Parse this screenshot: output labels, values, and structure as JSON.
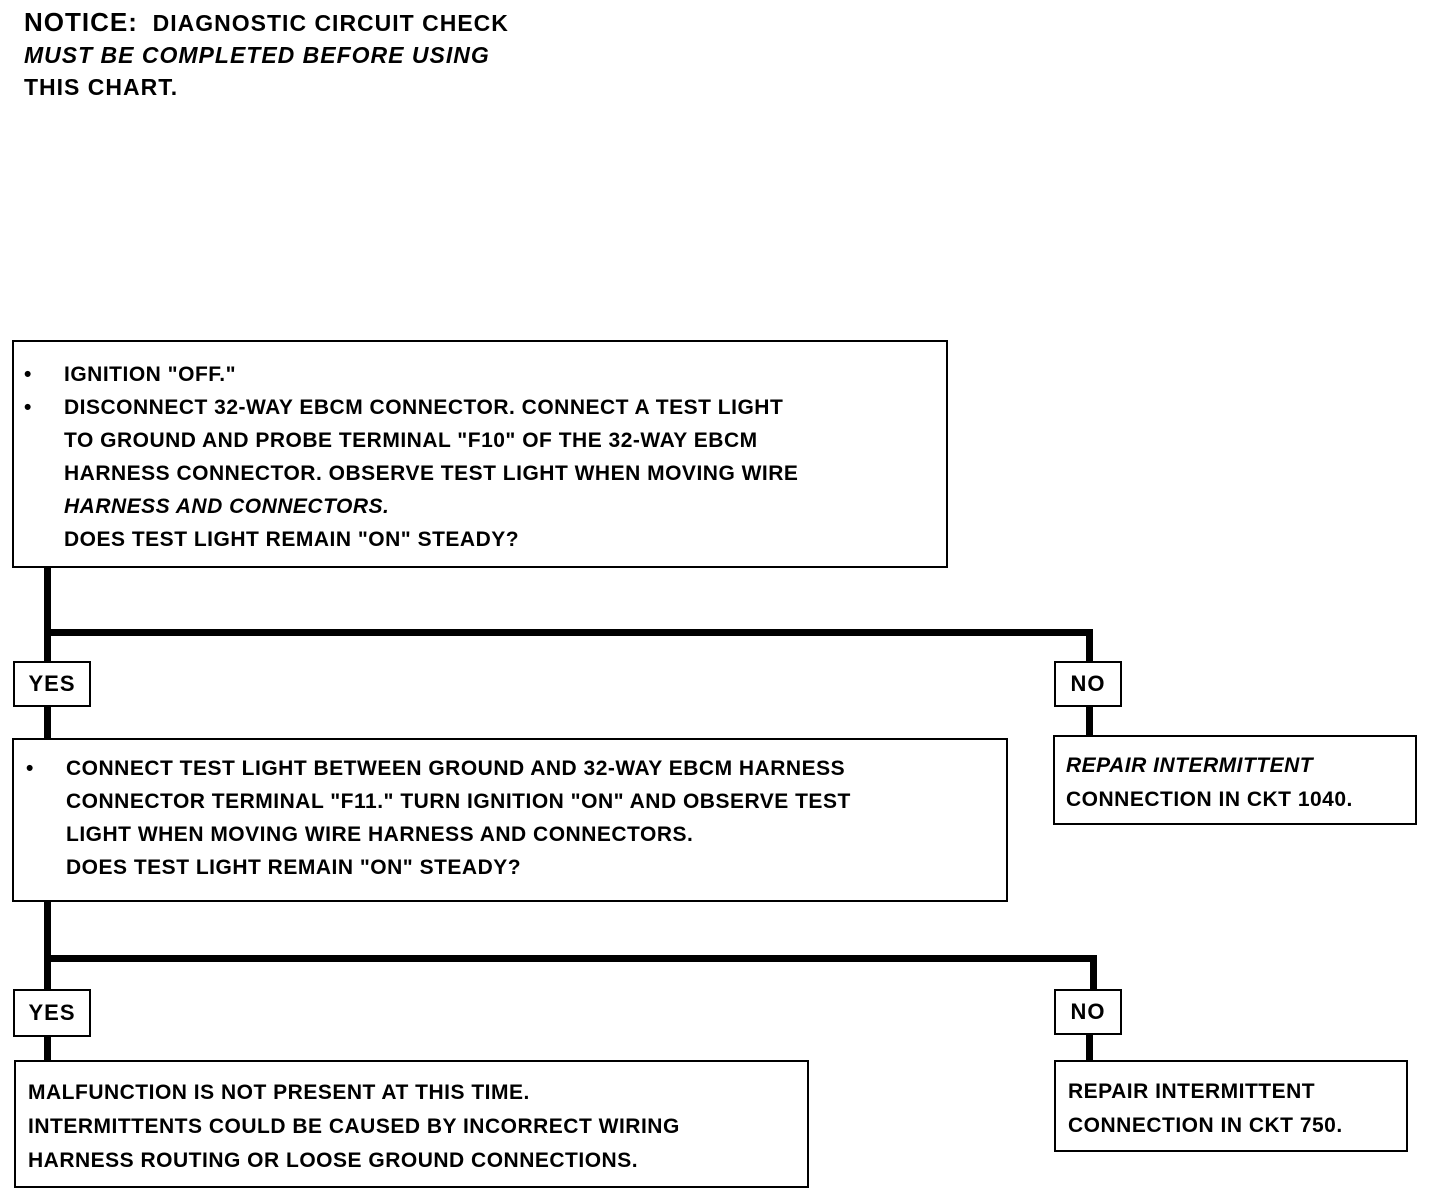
{
  "notice": {
    "lead": "NOTICE:",
    "line1_rest": "DIAGNOSTIC CIRCUIT CHECK",
    "line2": "MUST BE COMPLETED BEFORE USING",
    "line3": "THIS CHART."
  },
  "step1": {
    "bullet": "•",
    "lines": [
      "IGNITION \"OFF.\"",
      "DISCONNECT 32-WAY EBCM CONNECTOR. CONNECT A TEST LIGHT",
      "TO GROUND AND PROBE TERMINAL \"F10\" OF THE 32-WAY EBCM",
      "HARNESS CONNECTOR. OBSERVE TEST LIGHT WHEN MOVING WIRE",
      "HARNESS AND CONNECTORS.",
      "DOES TEST LIGHT REMAIN \"ON\" STEADY?"
    ]
  },
  "branch1": {
    "yes_label": "YES",
    "no_label": "NO",
    "no_result": [
      "REPAIR INTERMITTENT",
      "CONNECTION IN CKT 1040."
    ]
  },
  "step2": {
    "bullet": "•",
    "lines": [
      "CONNECT TEST LIGHT BETWEEN GROUND AND 32-WAY EBCM HARNESS",
      "CONNECTOR TERMINAL \"F11.\" TURN IGNITION \"ON\" AND OBSERVE TEST",
      "LIGHT WHEN MOVING WIRE HARNESS AND CONNECTORS.",
      "DOES TEST LIGHT REMAIN \"ON\" STEADY?"
    ]
  },
  "branch2": {
    "yes_label": "YES",
    "no_label": "NO",
    "yes_result": [
      "MALFUNCTION IS NOT PRESENT AT THIS TIME.",
      "INTERMITTENTS COULD BE CAUSED BY INCORRECT WIRING",
      "HARNESS ROUTING OR LOOSE GROUND CONNECTIONS."
    ],
    "no_result": [
      "REPAIR INTERMITTENT",
      "CONNECTION IN CKT 750."
    ]
  }
}
